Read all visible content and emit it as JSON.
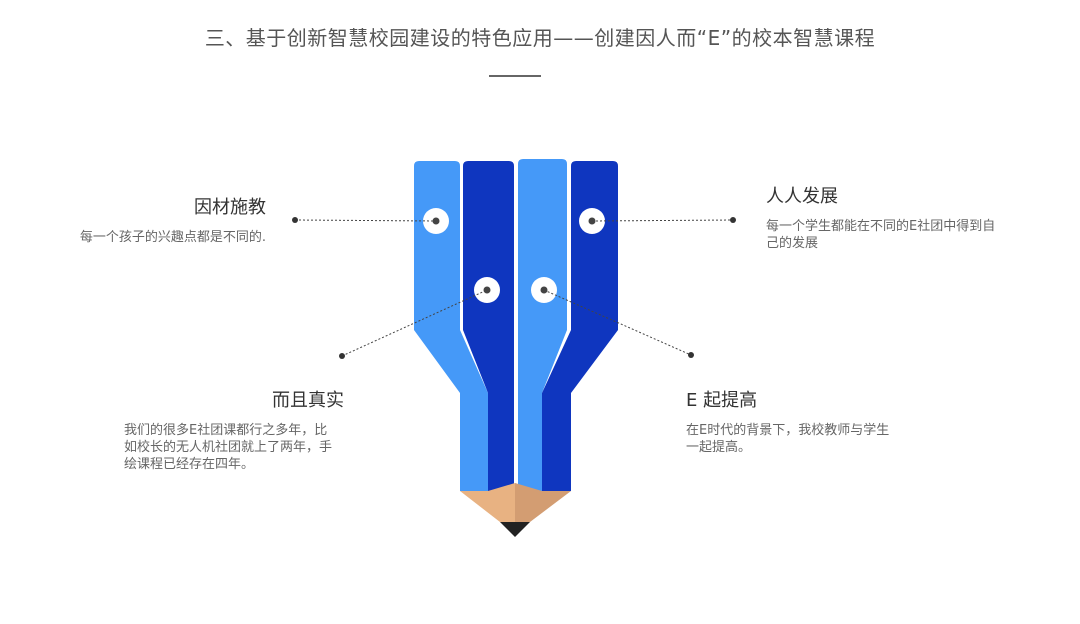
{
  "header": {
    "title": "三、基于创新智慧校园建设的特色应用——创建因人而“E”的校本智慧课程"
  },
  "points": [
    {
      "heading": "因材施教",
      "text": "每一个孩子的兴趣点都是不同的."
    },
    {
      "heading": "人人发展",
      "text": "每一个学生都能在不同的E社团中得到自己的发展"
    },
    {
      "heading": "而且真实",
      "text": "我们的很多E社团课都行之多年，比如校长的无人机社团就上了两年，手绘课程已经存在四年。"
    },
    {
      "heading": "E 起提高",
      "text": "在E时代的背景下，我校教师与学生一起提高。"
    }
  ],
  "colors": {
    "light_blue": "#4599f8",
    "dark_blue": "#0f36bf",
    "wood_light": "#e8b282",
    "wood_dark": "#d39d72",
    "lead": "#222222",
    "connector": "#444444"
  }
}
